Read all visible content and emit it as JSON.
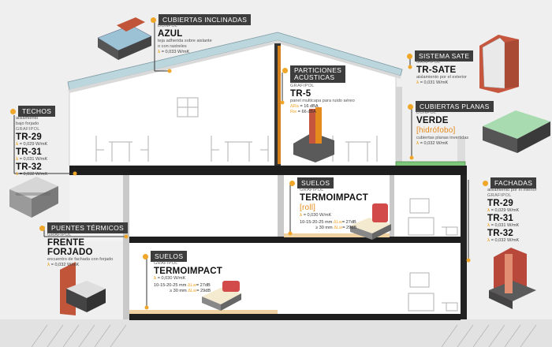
{
  "labels": {
    "cubiertas_inclinadas": "CUBIERTAS INCLINADAS",
    "sistema_sate": "SISTEMA SATE",
    "particiones": [
      "PARTICIONES",
      "ACÚSTICAS"
    ],
    "cubiertas_planas": "CUBIERTAS PLANAS",
    "techos": "TECHOS",
    "suelos_upper": "SUELOS",
    "fachadas": "FACHADAS",
    "puentes_termicos": "PUENTES TÉRMICOS",
    "suelos_lower": "SUELOS"
  },
  "blocks": {
    "azul": {
      "brand": "DONPOL",
      "product": "AZUL",
      "desc": [
        "teja adherida sobre aislante",
        "o con rastreles"
      ],
      "lambda": "= 0,033 W/mK"
    },
    "trsate": {
      "brand": "GRAFIPOL",
      "product": "TR-SATE",
      "desc": [
        "aislamiento por el exterior"
      ],
      "lambda": "= 0,031 W/mK"
    },
    "tr5": {
      "brand": "GRAFIPOL",
      "product": "TR-5",
      "desc": [
        "panel multicapa para ruido aéreo"
      ],
      "ac1": [
        " ΔRa",
        " = 16 dBA"
      ],
      "ac2": [
        " Rw",
        " = 66 dBA"
      ]
    },
    "verde": {
      "brand": "DONPOL",
      "product": "VERDE",
      "product_hl": "[hidrófobo]",
      "desc": [
        "cubiertas planas invertidas"
      ],
      "lambda": "= 0,032 W/mK"
    },
    "techos": {
      "desc": [
        "aislamiento",
        "bajo forjado"
      ],
      "brand": "GRAFIPOL",
      "p1": "TR-29",
      "l1": "= 0,029 W/mK",
      "p2": "TR-31",
      "l2": "= 0,031 W/mK",
      "p3": "TR-32",
      "l3": "= 0,032 W/mK"
    },
    "termo_roll": {
      "brand": "GRAFIPOL",
      "product": "TERMOIMPACT",
      "product_hl": "[roll]",
      "lambda": "= 0,030 W/mK",
      "r1": [
        "10-15-20-25 mm",
        "ΔLw",
        "= 27dB"
      ],
      "r2": [
        "≥ 30 mm",
        "ΔLw",
        "= 29dB"
      ]
    },
    "fachadas": {
      "desc": [
        "aislamiento por el interior"
      ],
      "brand": "GRAFIPOL",
      "p1": "TR-29",
      "l1": "= 0,029 W/mK",
      "p2": "TR-31",
      "l2": "= 0,031 W/mK",
      "p3": "TR-32",
      "l3": "= 0,032 W/mK"
    },
    "frente": {
      "brand": "GRAFIPOL",
      "product": [
        "FRENTE",
        "FORJADO"
      ],
      "desc": [
        "encuentro de fachada con forjado"
      ],
      "lambda": "= 0,032 W/mK"
    },
    "termo": {
      "brand": "GRAFIPOL",
      "product": "TERMOIMPACT",
      "lambda": "= 0,030 W/mK",
      "r1": [
        "10-15-20-25 mm",
        "ΔLw",
        "= 27dB"
      ],
      "r2": [
        "≥ 30 mm",
        "ΔLw",
        "= 29dB"
      ]
    }
  },
  "symbols": {
    "lambda": "λ"
  },
  "colors": {
    "accent": "#f0a628",
    "tag_bg": "#3d3d3d",
    "green_roof": "#7ec77a",
    "roof_blue": "#bcd6de",
    "slab": "#1e1e1e",
    "wall": "#ffffff"
  }
}
